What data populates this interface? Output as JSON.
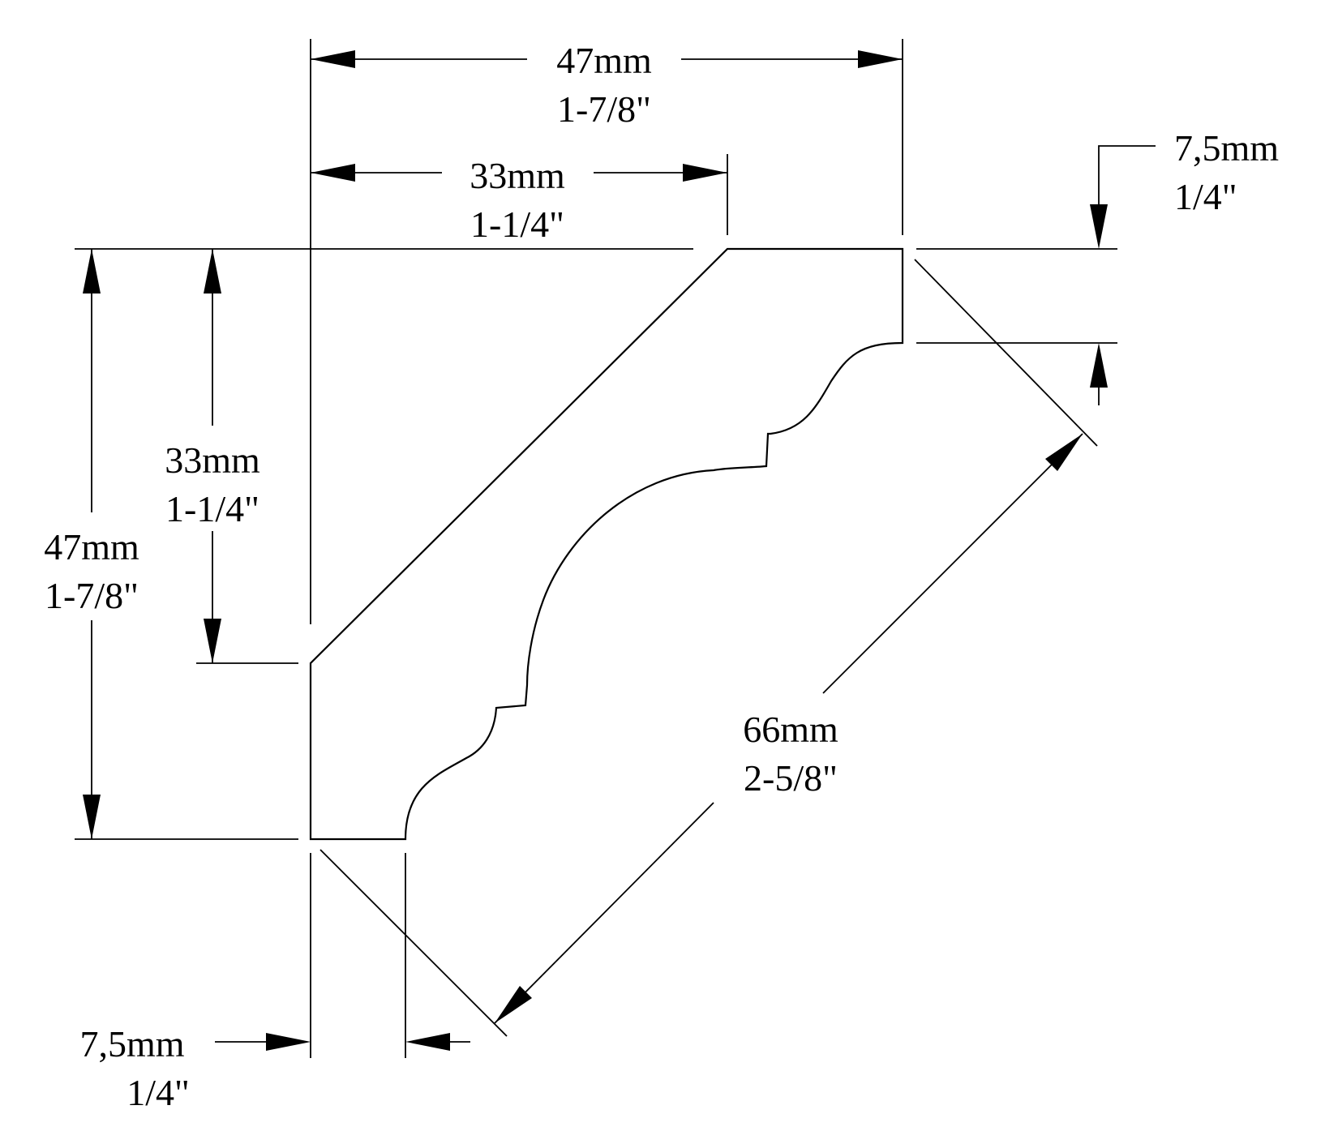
{
  "dimensions": {
    "top_overall": {
      "metric": "47mm",
      "imperial": "1-7/8\""
    },
    "top_inner": {
      "metric": "33mm",
      "imperial": "1-1/4\""
    },
    "right_top_offset": {
      "metric": "7,5mm",
      "imperial": "1/4\""
    },
    "left_inner": {
      "metric": "33mm",
      "imperial": "1-1/4\""
    },
    "left_overall": {
      "metric": "47mm",
      "imperial": "1-7/8\""
    },
    "diagonal": {
      "metric": "66mm",
      "imperial": "2-5/8\""
    },
    "bottom_offset": {
      "metric": "7,5mm",
      "imperial": "1/4\""
    }
  }
}
